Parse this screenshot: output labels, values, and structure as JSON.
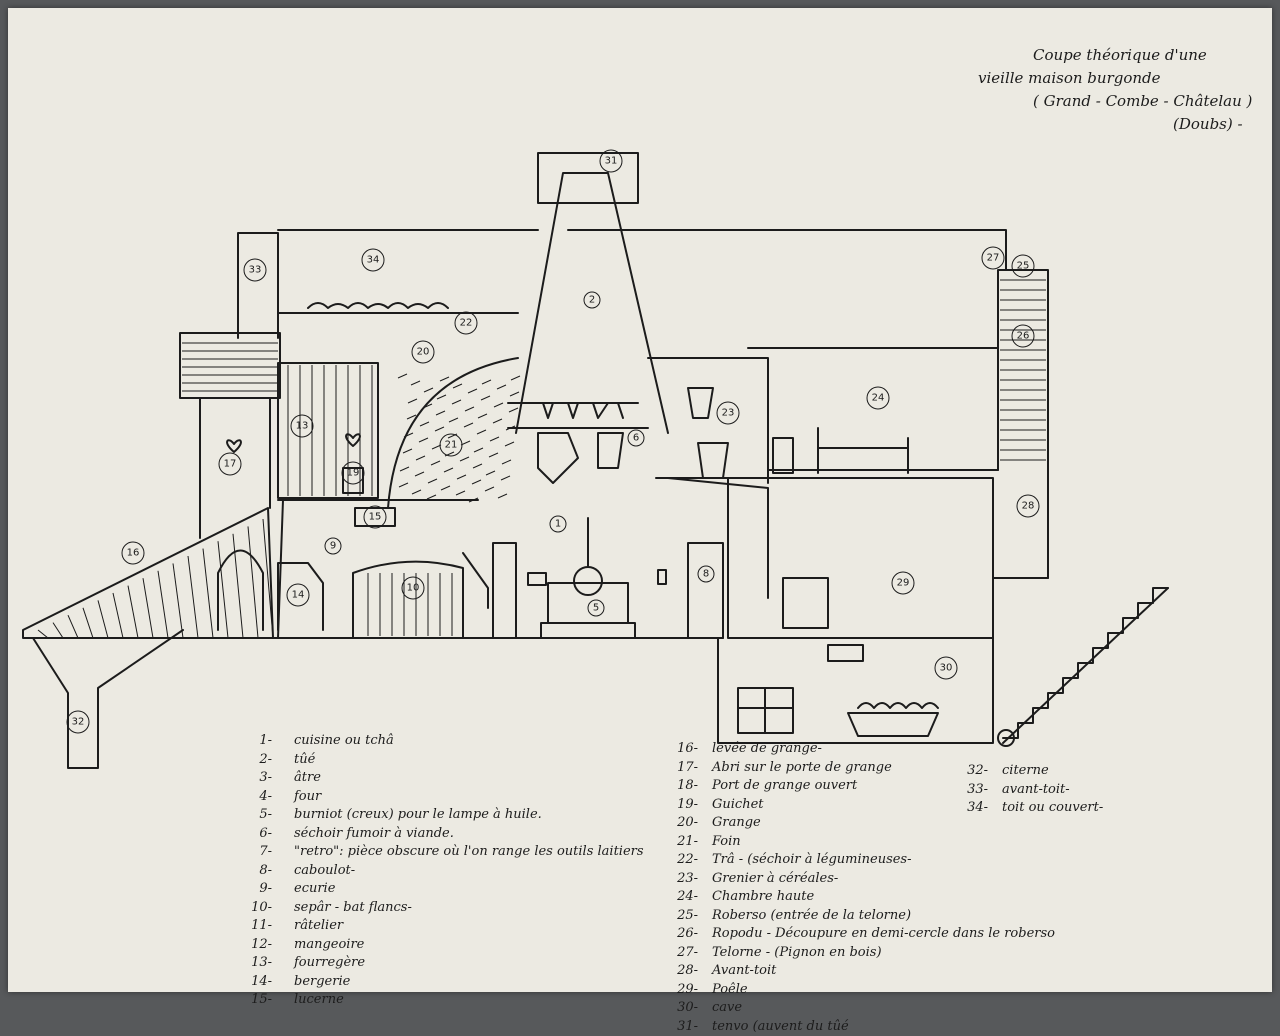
{
  "title": {
    "lines": [
      "Coupe théorique d'une",
      "vieille maison burgonde",
      "( Grand - Combe - Châtelau )",
      "(Doubs) -"
    ]
  },
  "labels": [
    "1",
    "2",
    "5",
    "6",
    "8",
    "9",
    "10",
    "13",
    "14",
    "15",
    "16",
    "17",
    "19",
    "20",
    "21",
    "22",
    "23",
    "24",
    "25",
    "26",
    "27",
    "28",
    "29",
    "30",
    "31",
    "32",
    "33",
    "34"
  ],
  "legend": {
    "col1": [
      {
        "num": "1-",
        "text": "cuisine ou tchâ"
      },
      {
        "num": "2-",
        "text": "tûé"
      },
      {
        "num": "3-",
        "text": "âtre"
      },
      {
        "num": "4-",
        "text": "four"
      },
      {
        "num": "5-",
        "text": "burniot (creux) pour le lampe à huile."
      },
      {
        "num": "6-",
        "text": "séchoir fumoir à viande."
      },
      {
        "num": "7-",
        "text": "\"retro\": pièce obscure où l'on range les outils laitiers"
      },
      {
        "num": "8-",
        "text": "caboulot-"
      },
      {
        "num": "9-",
        "text": "ecurie"
      },
      {
        "num": "10-",
        "text": "sepâr - bat flancs-"
      },
      {
        "num": "11-",
        "text": "râtelier"
      },
      {
        "num": "12-",
        "text": "mangeoire"
      },
      {
        "num": "13-",
        "text": "fourregère"
      },
      {
        "num": "14-",
        "text": "bergerie"
      },
      {
        "num": "15-",
        "text": "lucerne"
      }
    ],
    "col2": [
      {
        "num": "16-",
        "text": "levée de grange-"
      },
      {
        "num": "17-",
        "text": "Abri sur le porte de grange"
      },
      {
        "num": "18-",
        "text": "Port de grange ouvert"
      },
      {
        "num": "19-",
        "text": "Guichet"
      },
      {
        "num": "20-",
        "text": "Grange"
      },
      {
        "num": "21-",
        "text": "Foin"
      },
      {
        "num": "22-",
        "text": "Trâ - (séchoir à légumineuses-"
      },
      {
        "num": "23-",
        "text": "Grenier à céréales-"
      },
      {
        "num": "24-",
        "text": "Chambre haute"
      },
      {
        "num": "25-",
        "text": "Roberso (entrée de la telorne)"
      },
      {
        "num": "26-",
        "text": "Ropodu - Découpure en demi-cercle dans le roberso"
      },
      {
        "num": "27-",
        "text": "Telorne - (Pignon en bois)"
      },
      {
        "num": "28-",
        "text": "Avant-toit"
      },
      {
        "num": "29-",
        "text": "Poêle"
      },
      {
        "num": "30-",
        "text": "cave"
      },
      {
        "num": "31-",
        "text": "tenvo  (auvent du tûé"
      }
    ],
    "col3": [
      {
        "num": "32-",
        "text": "citerne"
      },
      {
        "num": "33-",
        "text": "avant-toit-"
      },
      {
        "num": "34-",
        "text": "toit ou couvert-"
      }
    ]
  }
}
